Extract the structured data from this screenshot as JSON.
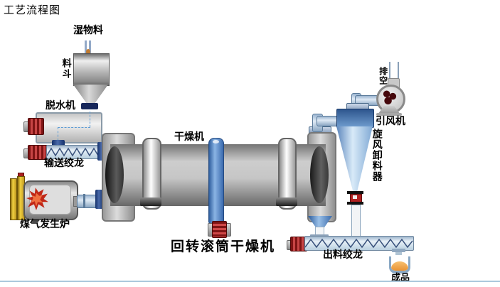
{
  "page": {
    "title": "工艺流程图"
  },
  "diagram": {
    "main_label": "回转滚筒干燥机",
    "components": {
      "wet_material": "湿物料",
      "hopper": "料斗",
      "dewaterer": "脱水机",
      "feed_auger": "输送绞龙",
      "gas_furnace": "煤气发生炉",
      "dryer": "干燥机",
      "vent": "排空",
      "draft_fan": "引风机",
      "cyclone_discharger": "旋风卸料器",
      "discharge_auger": "出料绞龙",
      "product": "成品"
    }
  },
  "colors": {
    "machine_red": "#b03030",
    "flame_red": "#c02818",
    "pipe_blue": "#b9cfe6",
    "cyclone_blue": "#35599a",
    "band_blue": "#3a6aae",
    "furnace_yellow": "#f0d040",
    "product_orange": "#e89030",
    "bottom_rule_blue": "#abc8dc",
    "text_black": "#000000"
  }
}
